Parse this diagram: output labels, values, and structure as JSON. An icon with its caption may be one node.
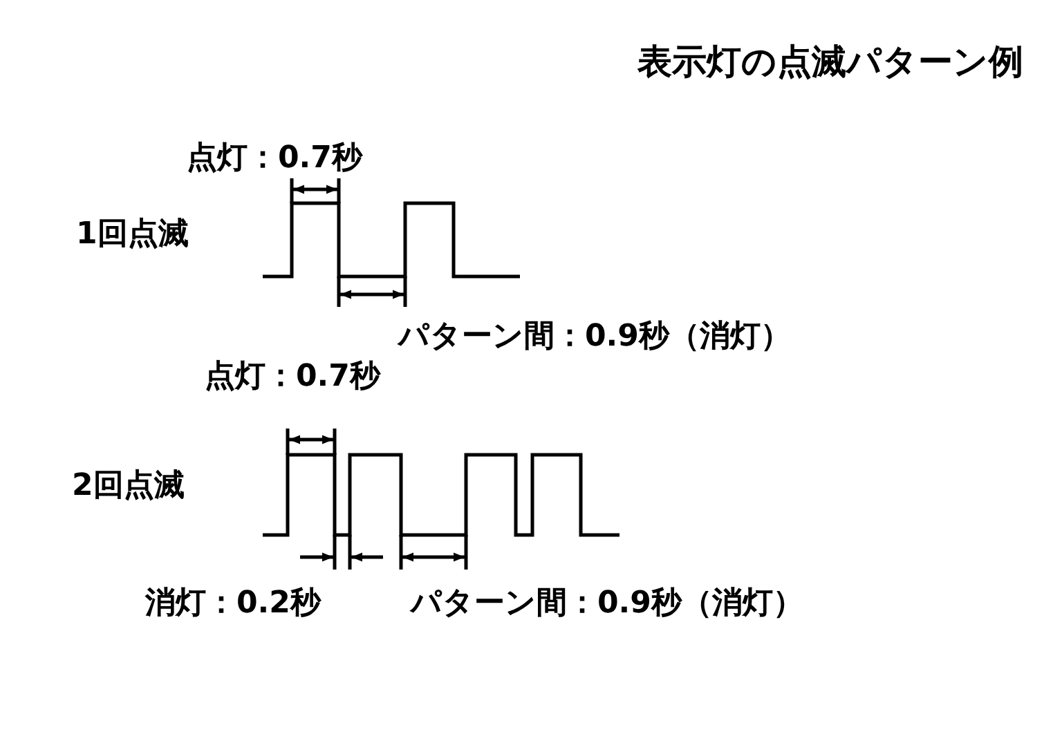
{
  "diagram": {
    "title": "表示灯の点滅パターン例",
    "labels": [
      "点灯：0.7秒",
      "1回点滅",
      "パターン間：0.9秒（消灯）",
      "点灯：0.7秒",
      "2回点滅",
      "消灯：0.2秒",
      "パターン間：0.9秒（消灯）"
    ]
  }
}
